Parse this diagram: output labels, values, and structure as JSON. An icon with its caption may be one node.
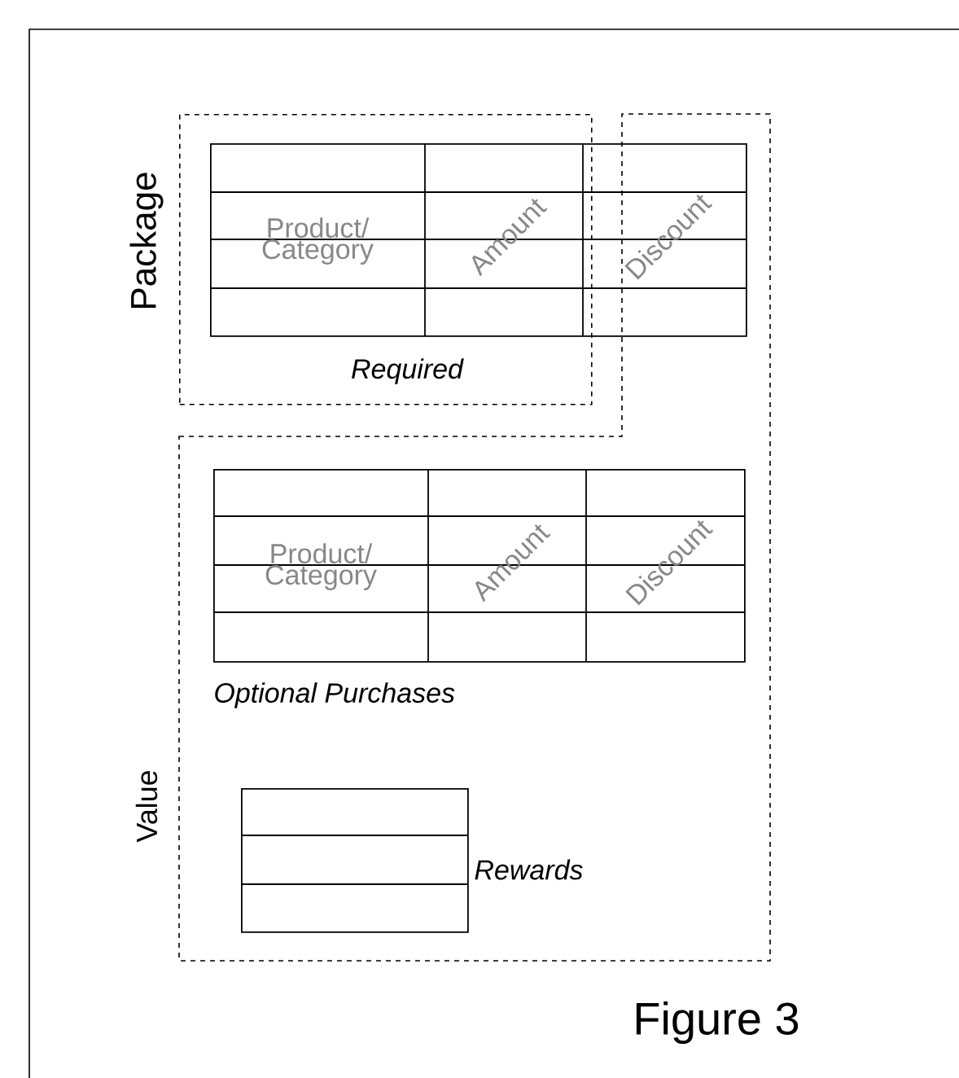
{
  "diagram": {
    "caption": "Figure 3",
    "nodes": [
      {
        "text": [
          "Package",
          "Required"
        ]
      },
      {
        "text": [
          "Product/ Category",
          "Amount",
          "Discount"
        ]
      },
      {
        "text": [
          "Value"
        ]
      },
      {
        "text": [
          "Product/ Category",
          "Amount",
          "Discount"
        ],
        "beside": [
          "Optional Purchases"
        ],
        "in": 2
      },
      {
        "text": [],
        "shape": "box",
        "beside": [
          "Rewards"
        ],
        "in": 2
      }
    ],
    "edges": []
  }
}
